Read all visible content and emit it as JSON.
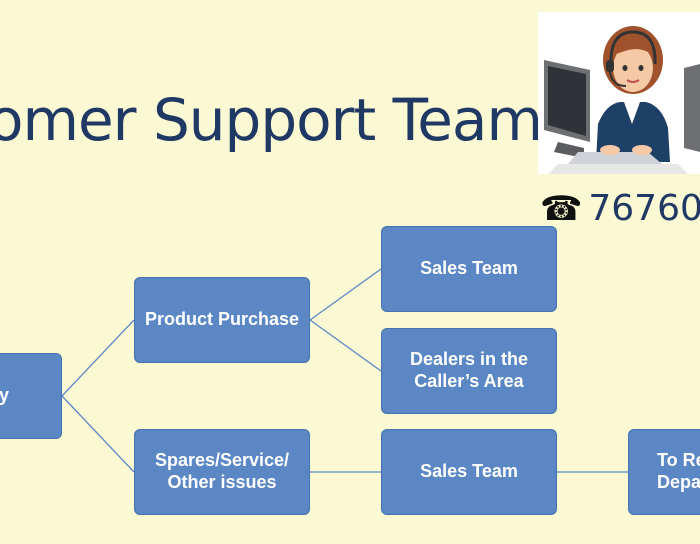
{
  "title": "omer Support Team",
  "phone": {
    "icon": "telephone-icon",
    "number": "76760-"
  },
  "nodes": {
    "root": "y",
    "product_purchase": "Product Purchase",
    "spares_service": "Spares/Service/\nOther issues",
    "sales_team_1": "Sales Team",
    "dealers": "Dealers in the\nCaller’s Area",
    "sales_team_2": "Sales Team",
    "to_dept": "To Re\nDepa"
  },
  "colors": {
    "box": "#5b87c4",
    "line": "#5b87c4",
    "title": "#1f3864",
    "background": "#fbf9d3"
  }
}
